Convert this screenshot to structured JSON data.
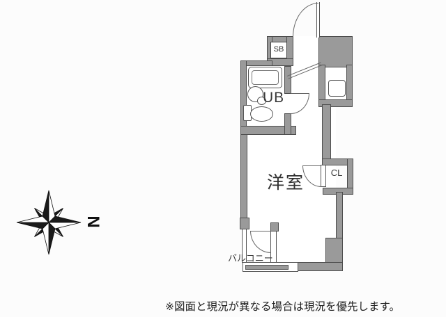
{
  "plan": {
    "labels": {
      "sb": "SB",
      "ub": "UB",
      "cl": "CL",
      "room": "洋室",
      "balcony": "バルコニー"
    }
  },
  "compass": {
    "north": "N"
  },
  "footer": {
    "disclaimer": "※図面と現況が異なる場合は現況を優先します。"
  },
  "colors": {
    "wall_fill": "#9a9a9a",
    "wall_outline": "#4d4d4d",
    "line": "#555555",
    "text": "#333333",
    "background": "#fcfcfc"
  }
}
